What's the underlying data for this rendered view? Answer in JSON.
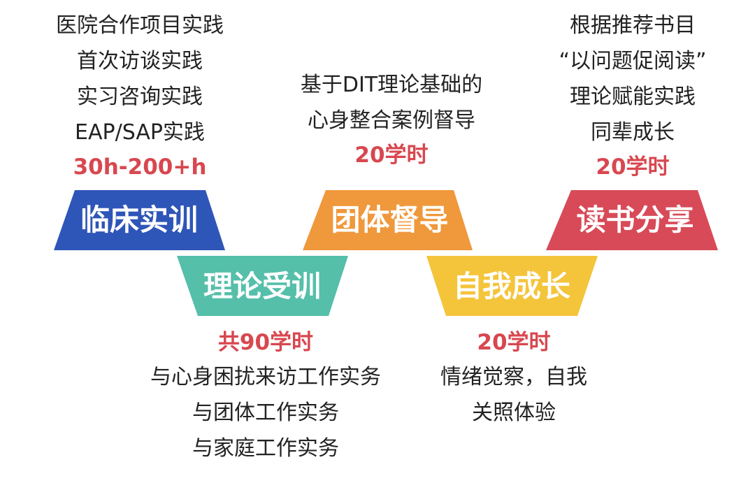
{
  "stages": [
    {
      "id": "clinical-training",
      "label": "临床实训",
      "color": "#2e55b8",
      "hours": "30h-200+h",
      "description": [
        "医院合作项目实践",
        "首次访谈实践",
        "实习咨询实践",
        "EAP/SAP实践"
      ]
    },
    {
      "id": "theory-training",
      "label": "理论受训",
      "color": "#55bfaa",
      "hours": "共90学时",
      "description": [
        "与心身困扰来访工作实务",
        "与团体工作实务",
        "与家庭工作实务"
      ]
    },
    {
      "id": "group-supervision",
      "label": "团体督导",
      "color": "#f0983c",
      "hours": "20学时",
      "description": [
        "基于DIT理论基础的",
        "心身整合案例督导"
      ]
    },
    {
      "id": "self-growth",
      "label": "自我成长",
      "color": "#f4c43a",
      "hours": "20学时",
      "description": [
        "情绪觉察，自我",
        "关照体验"
      ]
    },
    {
      "id": "book-sharing",
      "label": "读书分享",
      "color": "#d84a58",
      "hours": "20学时",
      "description": [
        "根据推荐书目",
        "“以问题促阅读”",
        "理论赋能实践",
        "同辈成长"
      ]
    }
  ]
}
